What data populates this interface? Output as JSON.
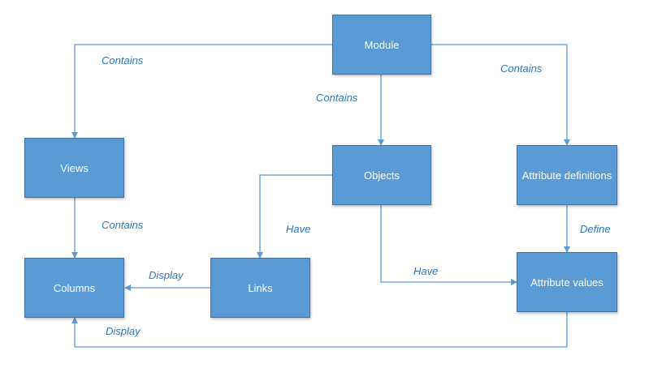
{
  "diagram": {
    "nodes": {
      "module": "Module",
      "views": "Views",
      "objects": "Objects",
      "attribute_definitions": "Attribute definitions",
      "columns": "Columns",
      "links": "Links",
      "attribute_values": "Attribute values"
    },
    "edges": {
      "module_views": "Contains",
      "module_objects": "Contains",
      "module_attrdefs": "Contains",
      "views_columns": "Contains",
      "objects_links": "Have",
      "objects_attrvalues": "Have",
      "attrdefs_attrvalues": "Define",
      "links_columns": "Display",
      "attrvalues_columns": "Display"
    },
    "colors": {
      "node_fill": "#5b9bd5",
      "node_border": "#41719c",
      "node_text": "#ffffff",
      "connector": "#5b9bd5",
      "edge_label": "#2e75b6"
    }
  }
}
